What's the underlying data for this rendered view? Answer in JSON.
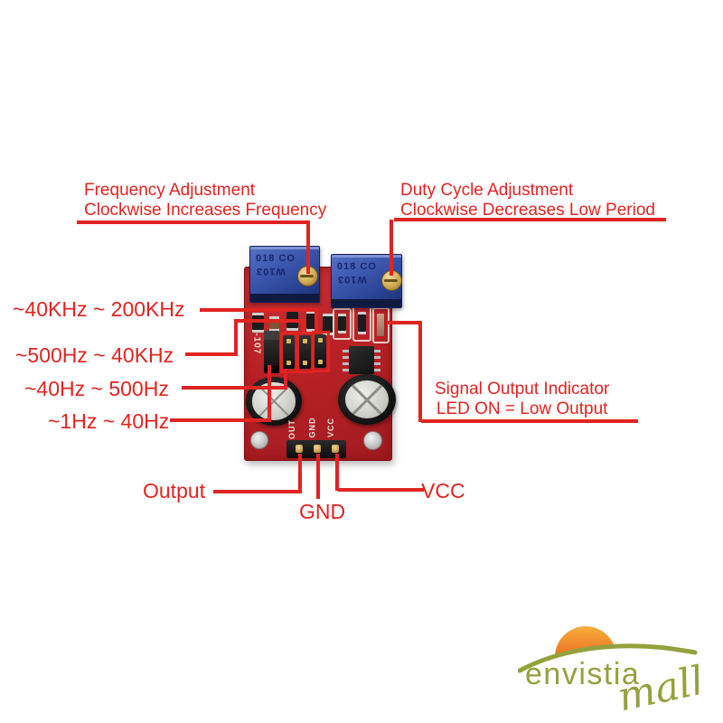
{
  "callouts": {
    "frequency": {
      "line1": "Frequency Adjustment",
      "line2": "Clockwise Increases Frequency"
    },
    "duty": {
      "line1": "Duty Cycle Adjustment",
      "line2": "Clockwise Decreases Low Period"
    },
    "signal": {
      "line1": "Signal Output Indicator",
      "line2": "LED ON = Low Output"
    },
    "ranges": [
      "~40KHz ~ 200KHz",
      "~500Hz ~ 40KHz",
      "~40Hz ~ 500Hz",
      "~1Hz ~ 40Hz"
    ],
    "output": "Output",
    "gnd": "GND",
    "vcc": "VCC"
  },
  "board": {
    "pot_text_top": "018 CO",
    "pot_text_bottom": "W103",
    "silkscreen_left": "7L-107",
    "pin_labels": [
      "OUT",
      "GND",
      "VCC"
    ]
  },
  "logo": {
    "brand": "envistia",
    "suffix": "mall"
  },
  "colors": {
    "annotation_red": "#e02421",
    "pcb_red": "#b92227",
    "pot_blue": "#3a57ad",
    "screw_gold": "#d0a953",
    "logo_olive": "#94a13d",
    "sun_top": "#f7ae3c",
    "sun_bottom": "#c92a14"
  }
}
